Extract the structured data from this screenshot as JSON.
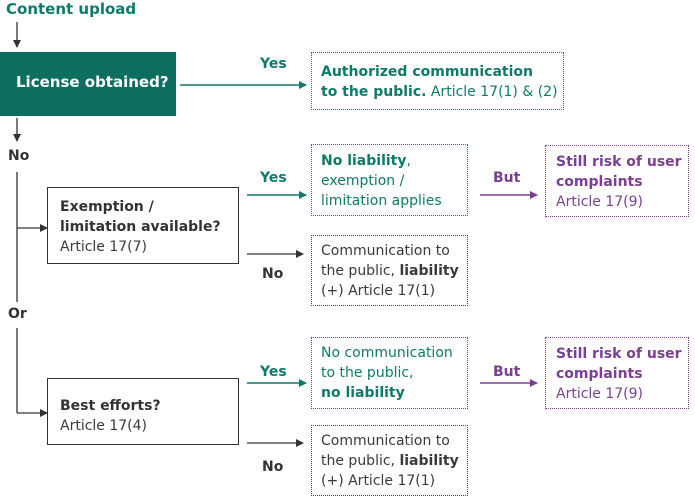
{
  "title": "Content upload",
  "start": {
    "question": "License obtained?"
  },
  "labels": {
    "yes": "Yes",
    "no": "No",
    "or": "Or",
    "but": "But"
  },
  "authorized": {
    "line1": "Authorized communication",
    "line2_bold": "to the public.",
    "line2_rest": " Article 17(1) & (2)"
  },
  "exemption": {
    "line1": "Exemption /",
    "line2": "limitation available?",
    "line3": "Article 17(7)"
  },
  "no_liability_exemption": {
    "bold": "No liability",
    "comma": ",",
    "line2": "exemption /",
    "line3": "limitation applies"
  },
  "risk1": {
    "line1": "Still risk of user",
    "line2": "complaints",
    "line3": "Article 17(9)"
  },
  "comm_liability_1": {
    "line1": "Communication to",
    "line2_pre": "the public, ",
    "line2_bold": "liability",
    "line3": "(+) Article 17(1)"
  },
  "best_efforts": {
    "line1": "Best efforts?",
    "line2": "Article 17(4)"
  },
  "no_comm": {
    "line1": "No communication",
    "line2": "to the public,",
    "line3": "no liability"
  },
  "risk2": {
    "line1": "Still risk of user",
    "line2": "complaints",
    "line3": "Article 17(9)"
  },
  "comm_liability_2": {
    "line1": "Communication to",
    "line2_pre": "the public, ",
    "line2_bold": "liability",
    "line3": "(+) Article 17(1)"
  },
  "colors": {
    "green": "#0d7a6a",
    "box_fill": "#0d6e60",
    "purple": "#7a3f93",
    "dark": "#333333"
  }
}
